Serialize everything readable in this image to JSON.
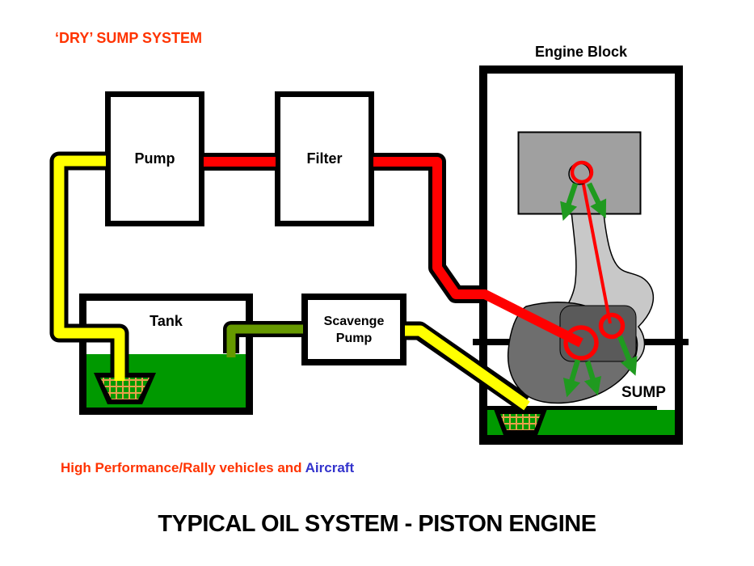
{
  "colors": {
    "title-red": "#FF3300",
    "aircraft-blue": "#3333CC",
    "pipe-red": "#FF0000",
    "pipe-yellow": "#FFFF00",
    "pipe-olive": "#669900",
    "oil-green": "#009900",
    "arrow-green": "#1F9A1F",
    "grid-orange": "#E8A04C",
    "gray-cylinder": "#A0A0A0",
    "gray-conrod": "#C8C8C8",
    "gray-crank": "#6E6E6E",
    "gray-patch": "#5A5A5A",
    "outline-black": "#000000"
  },
  "diagram": {
    "title": "‘DRY’ SUMP SYSTEM",
    "engine_block_label": "Engine Block",
    "pump_label": "Pump",
    "filter_label": "Filter",
    "tank_label": "Tank",
    "scavenge_line1": "Scavenge",
    "scavenge_line2": "Pump",
    "sump_label": "SUMP",
    "applications": {
      "vehicles_text": "High Performance/Rally vehicles and ",
      "aircraft_text": "Aircraft"
    },
    "caption": "TYPICAL OIL SYSTEM - PISTON ENGINE"
  }
}
